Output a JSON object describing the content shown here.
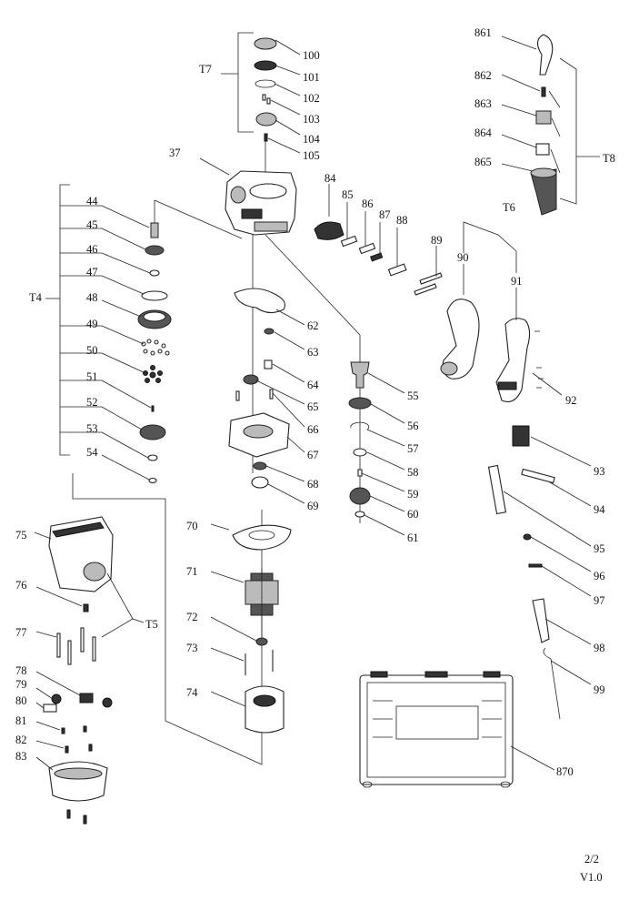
{
  "footer": {
    "page": "2/2",
    "version": "V1.0"
  },
  "groups": {
    "t4": "T4",
    "t5": "T5",
    "t6": "T6",
    "t7": "T7",
    "t8": "T8"
  },
  "parts": {
    "p37": "37",
    "p44": "44",
    "p45": "45",
    "p46": "46",
    "p47": "47",
    "p48": "48",
    "p49": "49",
    "p50": "50",
    "p51": "51",
    "p52": "52",
    "p53": "53",
    "p54": "54",
    "p55": "55",
    "p56": "56",
    "p57": "57",
    "p58": "58",
    "p59": "59",
    "p60": "60",
    "p61": "61",
    "p62": "62",
    "p63": "63",
    "p64": "64",
    "p65": "65",
    "p66": "66",
    "p67": "67",
    "p68": "68",
    "p69": "69",
    "p70": "70",
    "p71": "71",
    "p72": "72",
    "p73": "73",
    "p74": "74",
    "p75": "75",
    "p76": "76",
    "p77": "77",
    "p78": "78",
    "p79": "79",
    "p80": "80",
    "p81": "81",
    "p82": "82",
    "p83": "83",
    "p84": "84",
    "p85": "85",
    "p86": "86",
    "p87": "87",
    "p88": "88",
    "p89": "89",
    "p90": "90",
    "p91": "91",
    "p92": "92",
    "p93": "93",
    "p94": "94",
    "p95": "95",
    "p96": "96",
    "p97": "97",
    "p98": "98",
    "p99": "99",
    "p100": "100",
    "p101": "101",
    "p102": "102",
    "p103": "103",
    "p104": "104",
    "p105": "105",
    "p861": "861",
    "p862": "862",
    "p863": "863",
    "p864": "864",
    "p865": "865",
    "p870": "870"
  }
}
